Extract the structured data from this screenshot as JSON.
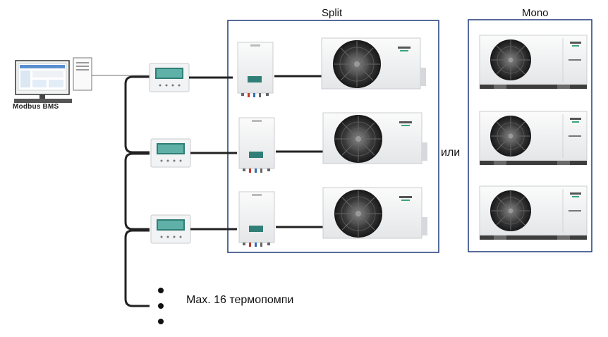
{
  "labels": {
    "split": "Split",
    "mono": "Mono",
    "or": "или",
    "bms": "Modbus BMS",
    "max_note": "Max. 16 термопомпи"
  },
  "colors": {
    "frame": "#1f3a7a",
    "cable": "#222222",
    "unit_body": "#f4f5f6",
    "fan_dark": "#2a2a2a",
    "screen": "#2f7f77",
    "brand_green": "#3aa57a"
  },
  "icons": [
    "computer-workstation-icon",
    "wired-controller-icon",
    "hydro-box-icon",
    "split-outdoor-unit-icon",
    "monoblock-unit-icon"
  ]
}
